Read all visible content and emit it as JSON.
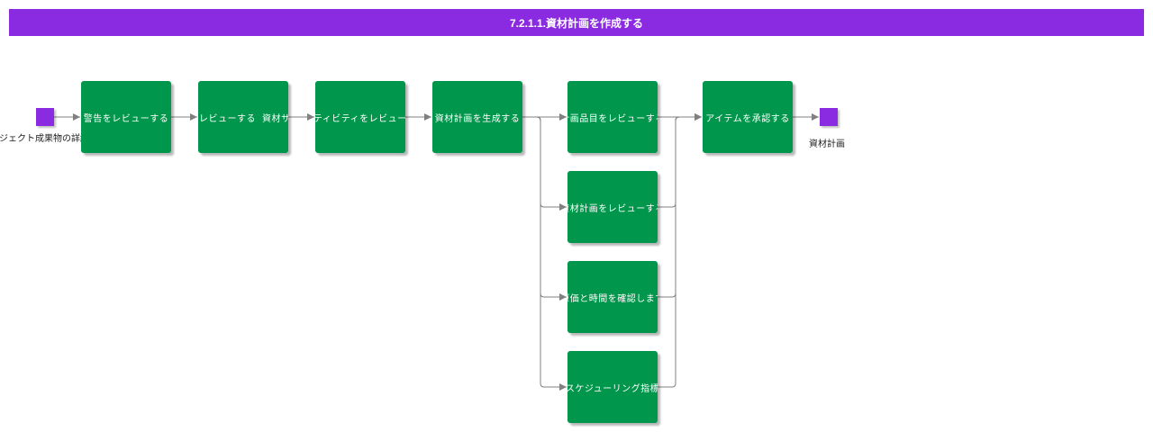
{
  "title": "7.2.1.1.資材計画を作成する",
  "input": {
    "label": "プロジェクト成果物の詳細構成"
  },
  "output": {
    "label": "資材計画"
  },
  "steps": [
    "警告をレビューする",
    "オプションをレビューする",
    "資材サ",
    "アクティビティをレビューする",
    "資材計画を生成する"
  ],
  "review_steps": [
    "計画品目をレビューする",
    "資材計画をレビューする",
    "原価と時間を確認します",
    "スケジューリング指標"
  ],
  "approve_step": "アイテムを承認する",
  "colors": {
    "title_bar": "#8a2be2",
    "node": "#00964b",
    "terminal": "#8a2be2",
    "connector": "#808080"
  }
}
